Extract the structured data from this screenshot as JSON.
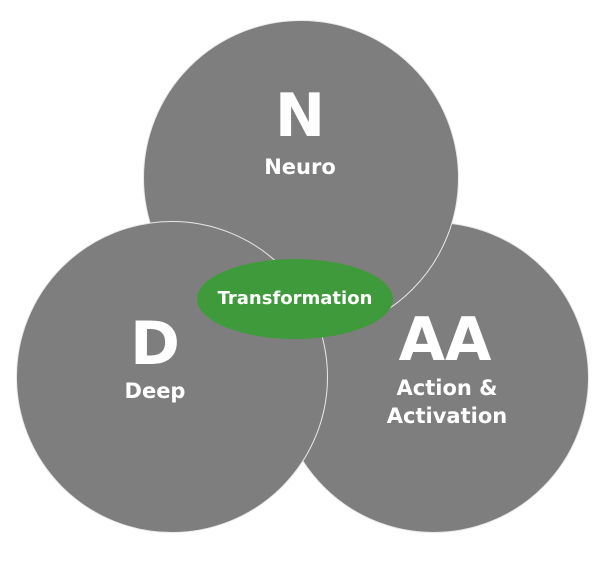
{
  "colors": {
    "circle_fill": "#7f7e7e",
    "ellipse_fill": "#3f9a3c",
    "text": "#ffffff"
  },
  "neuro": {
    "letter": "N",
    "word": "Neuro"
  },
  "deep": {
    "letter": "D",
    "word": "Deep"
  },
  "action_activation": {
    "letter": "AA",
    "line1": "Action &",
    "line2": "Activation"
  },
  "center": {
    "label": "Transformation"
  }
}
